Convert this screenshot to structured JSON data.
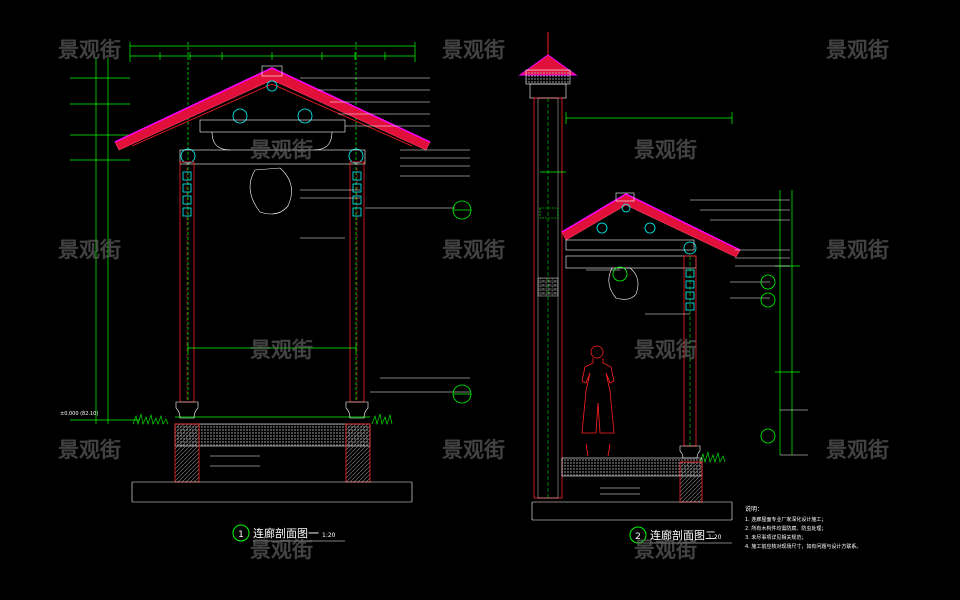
{
  "drawings": [
    {
      "number": "1",
      "title": "连廊剖面图一",
      "scale": "1:20"
    },
    {
      "number": "2",
      "title": "连廊剖面图二",
      "scale": "1:20"
    }
  ],
  "level_label": "±0.000 (82.10)",
  "notes": {
    "heading": "说明：",
    "items": [
      "1. 连廊屋面专业厂家深化设计施工；",
      "2. 所有木构件均需防腐、防虫处理；",
      "3. 未尽事项详见相关规范；",
      "4. 施工前应核对现场尺寸，如有问题与设计方联系。"
    ]
  },
  "watermark": "景观街",
  "colors": {
    "background": "#000000",
    "cad_green": "#00ff00",
    "cad_red": "#ff2020",
    "roof_red": "#e0103a",
    "cad_magenta": "#ff00ff",
    "cad_cyan": "#00ffff",
    "cad_yellow": "#ffff00",
    "white": "#ffffff",
    "watermark_grey": "#6a6a6a"
  }
}
